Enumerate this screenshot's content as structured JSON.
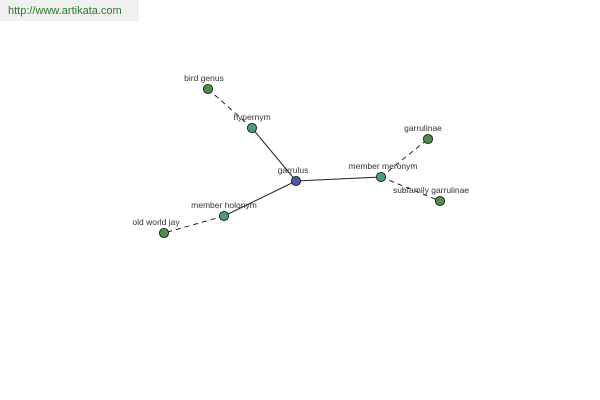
{
  "header": {
    "url": "http://www.artikata.com"
  },
  "colors": {
    "center_node": "#4a5aa8",
    "relation_node": "#4a9a92",
    "leaf_node": "#4e8f4e",
    "url_text": "#2a7a2a"
  },
  "graph": {
    "nodes": [
      {
        "id": "garrulus",
        "label": "garrulus",
        "kind": "center"
      },
      {
        "id": "hypernym",
        "label": "hypernym",
        "kind": "relation"
      },
      {
        "id": "member-meronym",
        "label": "member meronym",
        "kind": "relation"
      },
      {
        "id": "member-holonym",
        "label": "member holonym",
        "kind": "relation"
      },
      {
        "id": "bird-genus",
        "label": "bird genus",
        "kind": "leaf"
      },
      {
        "id": "garrulinae",
        "label": "garrulinae",
        "kind": "leaf"
      },
      {
        "id": "subfamily-garrulinae",
        "label": "subfamily garrulinae",
        "kind": "leaf"
      },
      {
        "id": "old-world-jay",
        "label": "old world jay",
        "kind": "leaf"
      }
    ],
    "edges": [
      {
        "from": "garrulus",
        "to": "hypernym",
        "style": "solid"
      },
      {
        "from": "garrulus",
        "to": "member-meronym",
        "style": "solid"
      },
      {
        "from": "garrulus",
        "to": "member-holonym",
        "style": "solid"
      },
      {
        "from": "hypernym",
        "to": "bird-genus",
        "style": "dashed"
      },
      {
        "from": "member-meronym",
        "to": "garrulinae",
        "style": "dashed"
      },
      {
        "from": "member-meronym",
        "to": "subfamily-garrulinae",
        "style": "dashed"
      },
      {
        "from": "member-holonym",
        "to": "old-world-jay",
        "style": "dashed"
      }
    ]
  }
}
